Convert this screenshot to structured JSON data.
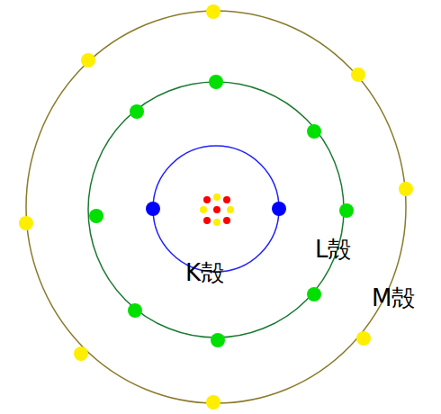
{
  "diagram": {
    "labels": [
      "K殻",
      "L殻",
      "M殻"
    ]
  }
}
